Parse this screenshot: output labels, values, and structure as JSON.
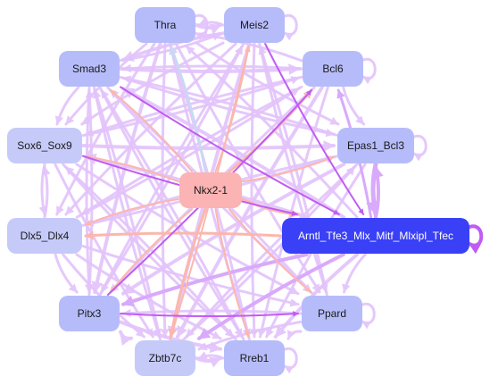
{
  "colors": {
    "edge_light_purple": "#e3c3fb",
    "edge_mid_purple": "#d9a9fb",
    "edge_strong_purple": "#c15cf3",
    "edge_salmon": "#fbb7ad",
    "edge_lightblue": "#c9d9f3",
    "node_periwinkle": "#b6bcfa",
    "node_periwinkle_light": "#c6caf9",
    "node_pink": "#fbb3b3",
    "node_blue": "#3a40f6",
    "text_dark": "#1a1a1a",
    "text_light": "#ffffff"
  },
  "nodes": [
    {
      "id": "Thra",
      "label": "Thra",
      "fill": "#b6bcfa",
      "text": "#1a1a1a"
    },
    {
      "id": "Meis2",
      "label": "Meis2",
      "fill": "#b6bcfa",
      "text": "#1a1a1a"
    },
    {
      "id": "Smad3",
      "label": "Smad3",
      "fill": "#b6bcfa",
      "text": "#1a1a1a"
    },
    {
      "id": "Bcl6",
      "label": "Bcl6",
      "fill": "#b6bcfa",
      "text": "#1a1a1a"
    },
    {
      "id": "Sox6_Sox9",
      "label": "Sox6_Sox9",
      "fill": "#c6caf9",
      "text": "#1a1a1a"
    },
    {
      "id": "Epas1_Bcl3",
      "label": "Epas1_Bcl3",
      "fill": "#b6bcfa",
      "text": "#1a1a1a"
    },
    {
      "id": "Nkx2-1",
      "label": "Nkx2-1",
      "fill": "#fbb3b3",
      "text": "#1a1a1a"
    },
    {
      "id": "Dlx5_Dlx4",
      "label": "Dlx5_Dlx4",
      "fill": "#c6caf9",
      "text": "#1a1a1a"
    },
    {
      "id": "Arntl",
      "label": "Arntl_Tfe3_Mlx_Mitf_Mlxipl_Tfec",
      "fill": "#3a40f6",
      "text": "#ffffff"
    },
    {
      "id": "Pitx3",
      "label": "Pitx3",
      "fill": "#b6bcfa",
      "text": "#1a1a1a"
    },
    {
      "id": "Ppard",
      "label": "Ppard",
      "fill": "#b6bcfa",
      "text": "#1a1a1a"
    },
    {
      "id": "Zbtb7c",
      "label": "Zbtb7c",
      "fill": "#c6caf9",
      "text": "#1a1a1a"
    },
    {
      "id": "Rreb1",
      "label": "Rreb1",
      "fill": "#b6bcfa",
      "text": "#1a1a1a"
    }
  ],
  "edges": [
    {
      "from": "Thra",
      "to": "Meis2",
      "color": "#e3c3fb",
      "weight": 4
    },
    {
      "from": "Meis2",
      "to": "Thra",
      "color": "#e3c3fb",
      "weight": 3
    },
    {
      "from": "Thra",
      "to": "Thra",
      "color": "#e3c3fb",
      "weight": 3,
      "self": true
    },
    {
      "from": "Meis2",
      "to": "Meis2",
      "color": "#e3c3fb",
      "weight": 3,
      "self": true
    },
    {
      "from": "Bcl6",
      "to": "Bcl6",
      "color": "#e3c3fb",
      "weight": 3,
      "self": true
    },
    {
      "from": "Epas1_Bcl3",
      "to": "Epas1_Bcl3",
      "color": "#e3c3fb",
      "weight": 3,
      "self": true
    },
    {
      "from": "Arntl",
      "to": "Arntl",
      "color": "#c15cf3",
      "weight": 4,
      "self": true
    },
    {
      "from": "Ppard",
      "to": "Ppard",
      "color": "#e3c3fb",
      "weight": 3,
      "self": true
    },
    {
      "from": "Rreb1",
      "to": "Rreb1",
      "color": "#e3c3fb",
      "weight": 3,
      "self": true
    },
    {
      "from": "Zbtb7c",
      "to": "Rreb1",
      "color": "#e3c3fb",
      "weight": 4
    },
    {
      "from": "Rreb1",
      "to": "Zbtb7c",
      "color": "#e3c3fb",
      "weight": 3
    },
    {
      "from": "Smad3",
      "to": "Sox6_Sox9",
      "color": "#e3c3fb",
      "weight": 3
    },
    {
      "from": "Sox6_Sox9",
      "to": "Dlx5_Dlx4",
      "color": "#e3c3fb",
      "weight": 3
    },
    {
      "from": "Dlx5_Dlx4",
      "to": "Sox6_Sox9",
      "color": "#e3c3fb",
      "weight": 3
    },
    {
      "from": "Dlx5_Dlx4",
      "to": "Pitx3",
      "color": "#e3c3fb",
      "weight": 3
    },
    {
      "from": "Pitx3",
      "to": "Zbtb7c",
      "color": "#e3c3fb",
      "weight": 4
    },
    {
      "from": "Bcl6",
      "to": "Epas1_Bcl3",
      "color": "#e3c3fb",
      "weight": 3
    },
    {
      "from": "Epas1_Bcl3",
      "to": "Arntl",
      "color": "#d9a9fb",
      "weight": 5
    },
    {
      "from": "Arntl",
      "to": "Epas1_Bcl3",
      "color": "#d9a9fb",
      "weight": 4
    },
    {
      "from": "Arntl",
      "to": "Ppard",
      "color": "#e3c3fb",
      "weight": 3
    },
    {
      "from": "Ppard",
      "to": "Rreb1",
      "color": "#e3c3fb",
      "weight": 3
    },
    {
      "from": "Smad3",
      "to": "Arntl",
      "color": "#c15cf3",
      "weight": 2
    },
    {
      "from": "Sox6_Sox9",
      "to": "Arntl",
      "color": "#c15cf3",
      "weight": 2
    },
    {
      "from": "Meis2",
      "to": "Arntl",
      "color": "#c15cf3",
      "weight": 2
    },
    {
      "from": "Pitx3",
      "to": "Bcl6",
      "color": "#c15cf3",
      "weight": 2
    },
    {
      "from": "Arntl",
      "to": "Pitx3",
      "color": "#d9a9fb",
      "weight": 4
    },
    {
      "from": "Arntl",
      "to": "Zbtb7c",
      "color": "#d9a9fb",
      "weight": 4
    },
    {
      "from": "Arntl",
      "to": "Rreb1",
      "color": "#e3c3fb",
      "weight": 4
    },
    {
      "from": "Arntl",
      "to": "Dlx5_Dlx4",
      "color": "#fbb7ad",
      "weight": 3
    },
    {
      "from": "Arntl",
      "to": "Sox6_Sox9",
      "color": "#e3c3fb",
      "weight": 4
    },
    {
      "from": "Arntl",
      "to": "Smad3",
      "color": "#e3c3fb",
      "weight": 4
    },
    {
      "from": "Arntl",
      "to": "Thra",
      "color": "#e3c3fb",
      "weight": 3
    },
    {
      "from": "Arntl",
      "to": "Bcl6",
      "color": "#d9a9fb",
      "weight": 3
    },
    {
      "from": "Nkx2-1",
      "to": "Thra",
      "color": "#c9d9f3",
      "weight": 3
    },
    {
      "from": "Nkx2-1",
      "to": "Meis2",
      "color": "#fbb7ad",
      "weight": 2
    },
    {
      "from": "Nkx2-1",
      "to": "Smad3",
      "color": "#fbb7ad",
      "weight": 2
    },
    {
      "from": "Nkx2-1",
      "to": "Bcl6",
      "color": "#fbb7ad",
      "weight": 3
    },
    {
      "from": "Nkx2-1",
      "to": "Sox6_Sox9",
      "color": "#fbb7ad",
      "weight": 2
    },
    {
      "from": "Nkx2-1",
      "to": "Epas1_Bcl3",
      "color": "#fbb7ad",
      "weight": 2
    },
    {
      "from": "Nkx2-1",
      "to": "Dlx5_Dlx4",
      "color": "#fbb7ad",
      "weight": 2
    },
    {
      "from": "Nkx2-1",
      "to": "Arntl",
      "color": "#fbb7ad",
      "weight": 3
    },
    {
      "from": "Nkx2-1",
      "to": "Pitx3",
      "color": "#fbb7ad",
      "weight": 2
    },
    {
      "from": "Nkx2-1",
      "to": "Ppard",
      "color": "#fbb7ad",
      "weight": 2
    },
    {
      "from": "Nkx2-1",
      "to": "Zbtb7c",
      "color": "#fbb7ad",
      "weight": 3
    },
    {
      "from": "Nkx2-1",
      "to": "Rreb1",
      "color": "#fbb7ad",
      "weight": 2
    },
    {
      "from": "Thra",
      "to": "Pitx3",
      "color": "#e3c3fb",
      "weight": 4
    },
    {
      "from": "Thra",
      "to": "Rreb1",
      "color": "#e3c3fb",
      "weight": 3
    },
    {
      "from": "Thra",
      "to": "Zbtb7c",
      "color": "#e3c3fb",
      "weight": 3
    },
    {
      "from": "Thra",
      "to": "Ppard",
      "color": "#e3c3fb",
      "weight": 3
    },
    {
      "from": "Thra",
      "to": "Sox6_Sox9",
      "color": "#e3c3fb",
      "weight": 3
    },
    {
      "from": "Thra",
      "to": "Dlx5_Dlx4",
      "color": "#e3c3fb",
      "weight": 3
    },
    {
      "from": "Thra",
      "to": "Epas1_Bcl3",
      "color": "#e3c3fb",
      "weight": 3
    },
    {
      "from": "Meis2",
      "to": "Zbtb7c",
      "color": "#e3c3fb",
      "weight": 4
    },
    {
      "from": "Meis2",
      "to": "Rreb1",
      "color": "#e3c3fb",
      "weight": 3
    },
    {
      "from": "Meis2",
      "to": "Pitx3",
      "color": "#e3c3fb",
      "weight": 3
    },
    {
      "from": "Meis2",
      "to": "Dlx5_Dlx4",
      "color": "#e3c3fb",
      "weight": 3
    },
    {
      "from": "Meis2",
      "to": "Smad3",
      "color": "#e3c3fb",
      "weight": 4
    },
    {
      "from": "Meis2",
      "to": "Sox6_Sox9",
      "color": "#e3c3fb",
      "weight": 3
    },
    {
      "from": "Meis2",
      "to": "Ppard",
      "color": "#e3c3fb",
      "weight": 3
    },
    {
      "from": "Smad3",
      "to": "Bcl6",
      "color": "#e3c3fb",
      "weight": 4
    },
    {
      "from": "Smad3",
      "to": "Epas1_Bcl3",
      "color": "#e3c3fb",
      "weight": 3
    },
    {
      "from": "Smad3",
      "to": "Ppard",
      "color": "#e3c3fb",
      "weight": 3
    },
    {
      "from": "Smad3",
      "to": "Rreb1",
      "color": "#e3c3fb",
      "weight": 3
    },
    {
      "from": "Smad3",
      "to": "Zbtb7c",
      "color": "#e3c3fb",
      "weight": 3
    },
    {
      "from": "Smad3",
      "to": "Pitx3",
      "color": "#e3c3fb",
      "weight": 3
    },
    {
      "from": "Smad3",
      "to": "Meis2",
      "color": "#e3c3fb",
      "weight": 3
    },
    {
      "from": "Bcl6",
      "to": "Sox6_Sox9",
      "color": "#e3c3fb",
      "weight": 3
    },
    {
      "from": "Bcl6",
      "to": "Dlx5_Dlx4",
      "color": "#e3c3fb",
      "weight": 3
    },
    {
      "from": "Bcl6",
      "to": "Pitx3",
      "color": "#e3c3fb",
      "weight": 3
    },
    {
      "from": "Bcl6",
      "to": "Zbtb7c",
      "color": "#e3c3fb",
      "weight": 4
    },
    {
      "from": "Bcl6",
      "to": "Rreb1",
      "color": "#e3c3fb",
      "weight": 3
    },
    {
      "from": "Bcl6",
      "to": "Smad3",
      "color": "#e3c3fb",
      "weight": 3
    },
    {
      "from": "Bcl6",
      "to": "Thra",
      "color": "#e3c3fb",
      "weight": 3
    },
    {
      "from": "Sox6_Sox9",
      "to": "Epas1_Bcl3",
      "color": "#e3c3fb",
      "weight": 4
    },
    {
      "from": "Sox6_Sox9",
      "to": "Ppard",
      "color": "#e3c3fb",
      "weight": 3
    },
    {
      "from": "Sox6_Sox9",
      "to": "Rreb1",
      "color": "#e3c3fb",
      "weight": 3
    },
    {
      "from": "Sox6_Sox9",
      "to": "Zbtb7c",
      "color": "#e3c3fb",
      "weight": 3
    },
    {
      "from": "Sox6_Sox9",
      "to": "Bcl6",
      "color": "#e3c3fb",
      "weight": 3
    },
    {
      "from": "Epas1_Bcl3",
      "to": "Dlx5_Dlx4",
      "color": "#e3c3fb",
      "weight": 3
    },
    {
      "from": "Epas1_Bcl3",
      "to": "Pitx3",
      "color": "#e3c3fb",
      "weight": 4
    },
    {
      "from": "Epas1_Bcl3",
      "to": "Zbtb7c",
      "color": "#e3c3fb",
      "weight": 3
    },
    {
      "from": "Epas1_Bcl3",
      "to": "Rreb1",
      "color": "#e3c3fb",
      "weight": 3
    },
    {
      "from": "Epas1_Bcl3",
      "to": "Smad3",
      "color": "#e3c3fb",
      "weight": 3
    },
    {
      "from": "Dlx5_Dlx4",
      "to": "Ppard",
      "color": "#e3c3fb",
      "weight": 3
    },
    {
      "from": "Dlx5_Dlx4",
      "to": "Rreb1",
      "color": "#e3c3fb",
      "weight": 3
    },
    {
      "from": "Dlx5_Dlx4",
      "to": "Zbtb7c",
      "color": "#e3c3fb",
      "weight": 3
    },
    {
      "from": "Dlx5_Dlx4",
      "to": "Bcl6",
      "color": "#e3c3fb",
      "weight": 3
    },
    {
      "from": "Dlx5_Dlx4",
      "to": "Epas1_Bcl3",
      "color": "#e3c3fb",
      "weight": 3
    },
    {
      "from": "Pitx3",
      "to": "Ppard",
      "color": "#c15cf3",
      "weight": 2
    },
    {
      "from": "Pitx3",
      "to": "Rreb1",
      "color": "#e3c3fb",
      "weight": 4
    },
    {
      "from": "Pitx3",
      "to": "Meis2",
      "color": "#e3c3fb",
      "weight": 3
    },
    {
      "from": "Pitx3",
      "to": "Smad3",
      "color": "#e3c3fb",
      "weight": 3
    },
    {
      "from": "Ppard",
      "to": "Zbtb7c",
      "color": "#e3c3fb",
      "weight": 3
    },
    {
      "from": "Ppard",
      "to": "Pitx3",
      "color": "#e3c3fb",
      "weight": 3
    },
    {
      "from": "Ppard",
      "to": "Smad3",
      "color": "#e3c3fb",
      "weight": 3
    },
    {
      "from": "Ppard",
      "to": "Meis2",
      "color": "#e3c3fb",
      "weight": 3
    },
    {
      "from": "Zbtb7c",
      "to": "Meis2",
      "color": "#fbb7ad",
      "weight": 2
    },
    {
      "from": "Zbtb7c",
      "to": "Smad3",
      "color": "#e3c3fb",
      "weight": 3
    },
    {
      "from": "Zbtb7c",
      "to": "Epas1_Bcl3",
      "color": "#e3c3fb",
      "weight": 3
    },
    {
      "from": "Rreb1",
      "to": "Thra",
      "color": "#e3c3fb",
      "weight": 3
    },
    {
      "from": "Rreb1",
      "to": "Smad3",
      "color": "#e3c3fb",
      "weight": 3
    },
    {
      "from": "Rreb1",
      "to": "Sox6_Sox9",
      "color": "#e3c3fb",
      "weight": 3
    }
  ]
}
